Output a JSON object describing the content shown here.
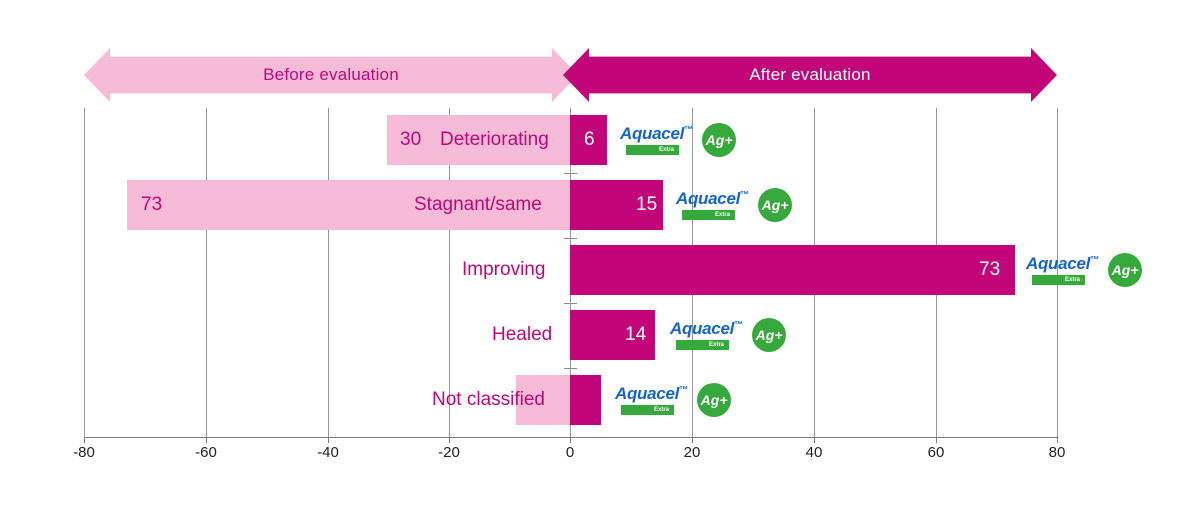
{
  "chart_data": {
    "type": "bar",
    "title": "",
    "subtitle": "",
    "orientation": "horizontal-diverging",
    "xlabel": "",
    "ylabel": "",
    "xlim": [
      -80,
      80
    ],
    "xticks": [
      -80,
      -60,
      -40,
      -20,
      0,
      20,
      40,
      60,
      80
    ],
    "xtick_labels": [
      "-80",
      "-60",
      "-40",
      "-20",
      "0",
      "20",
      "40",
      "60",
      "80"
    ],
    "grid": true,
    "legend": false,
    "categories": [
      "Deteriorating",
      "Stagnant/same",
      "Improving",
      "Healed",
      "Not classified"
    ],
    "series": [
      {
        "name": "Before evaluation",
        "color": "#F6BBD6",
        "values": [
          -30,
          -73,
          0,
          0,
          -9
        ],
        "labels": [
          "30",
          "73",
          "",
          "",
          ""
        ]
      },
      {
        "name": "After evaluation",
        "color": "#C2067A",
        "values": [
          6,
          15,
          73,
          14,
          5
        ],
        "labels": [
          "6",
          "15",
          "73",
          "14",
          ""
        ]
      }
    ],
    "annotations": [
      "Before evaluation",
      "After evaluation"
    ]
  },
  "bands": {
    "before": {
      "label": "Before evaluation",
      "color": "#F6BBD6",
      "text_color": "#C2067A"
    },
    "after": {
      "label": "After evaluation",
      "color": "#C2067A",
      "text_color": "#FFFFFF"
    }
  },
  "rows": [
    {
      "category": "Deteriorating",
      "neg_value": "30",
      "pos_value": "6",
      "label_inside": true,
      "logo": {
        "word": "Aquacel",
        "tm": "™",
        "extra": "Extra",
        "ag": "Ag+"
      }
    },
    {
      "category": "Stagnant/same",
      "neg_value": "73",
      "pos_value": "15",
      "label_inside": true,
      "logo": {
        "word": "Aquacel",
        "tm": "™",
        "extra": "Extra",
        "ag": "Ag+"
      }
    },
    {
      "category": "Improving",
      "neg_value": "",
      "pos_value": "73",
      "label_inside": false,
      "logo": {
        "word": "Aquacel",
        "tm": "™",
        "extra": "Extra",
        "ag": "Ag+"
      }
    },
    {
      "category": "Healed",
      "neg_value": "",
      "pos_value": "14",
      "label_inside": false,
      "logo": {
        "word": "Aquacel",
        "tm": "™",
        "extra": "Extra",
        "ag": "Ag+"
      }
    },
    {
      "category": "Not classified",
      "neg_value": "",
      "pos_value": "",
      "label_inside": false,
      "logo": {
        "word": "Aquacel",
        "tm": "™",
        "extra": "Extra",
        "ag": "Ag+"
      }
    }
  ],
  "axis": {
    "ticks": [
      "-80",
      "-60",
      "-40",
      "-20",
      "0",
      "20",
      "40",
      "60",
      "80"
    ]
  },
  "colors": {
    "pink": "#F6BBD6",
    "magenta": "#C2067A",
    "green": "#35A93B",
    "blue": "#1565C9",
    "grid": "#9a9a9a"
  }
}
